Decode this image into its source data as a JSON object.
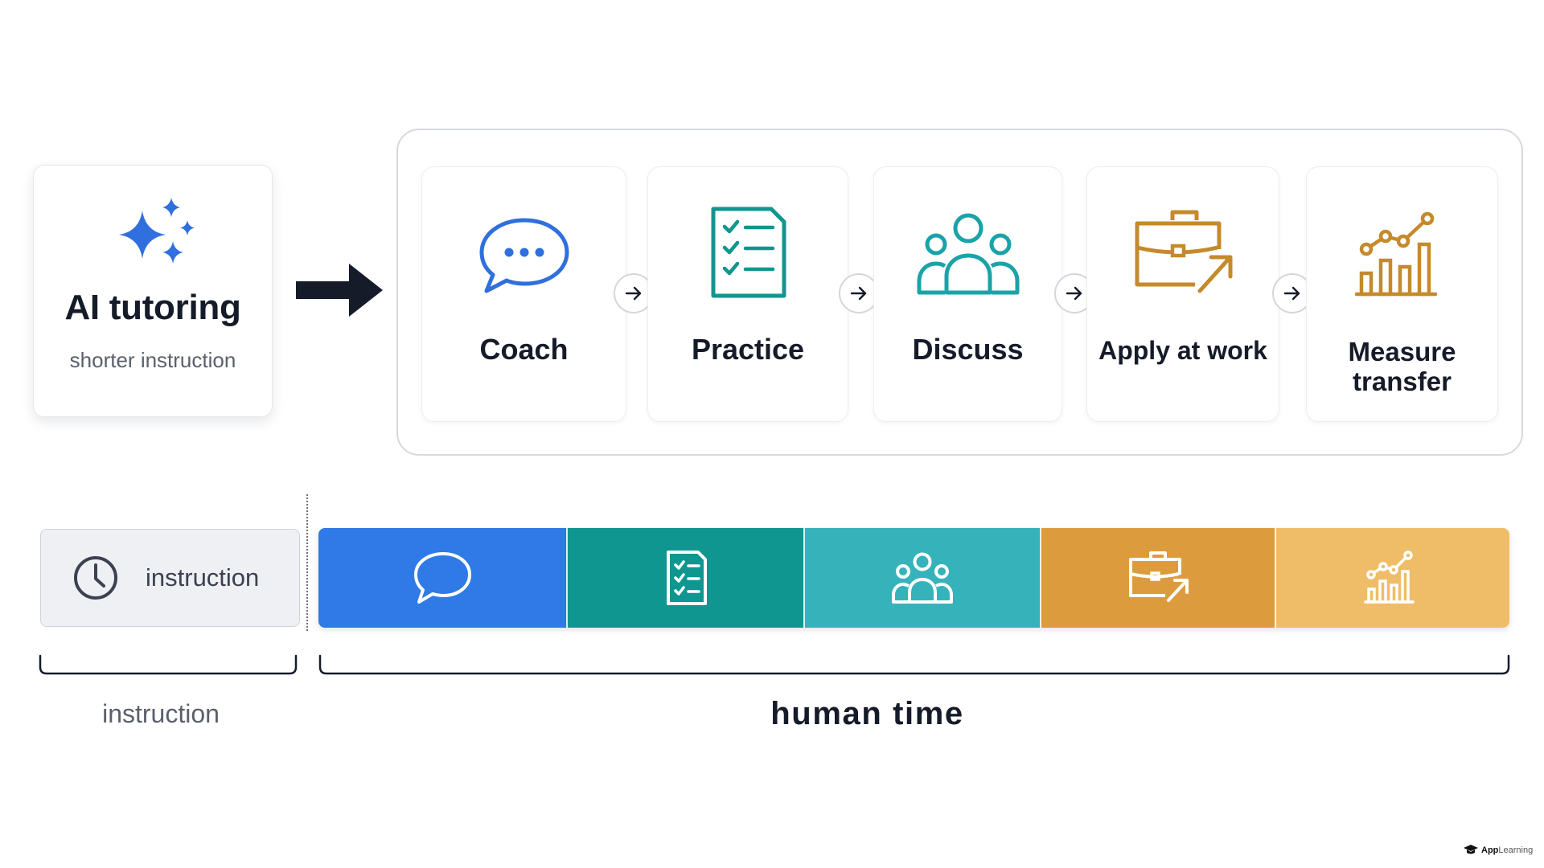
{
  "ai_card": {
    "title": "AI tutoring",
    "subtitle": "shorter instruction",
    "icon": "sparkles-icon",
    "color": "#2f6fde"
  },
  "steps": [
    {
      "label": "Coach",
      "icon": "chat-bubble-icon",
      "color": "#2f6fde"
    },
    {
      "label": "Practice",
      "icon": "checklist-icon",
      "color": "#10968e"
    },
    {
      "label": "Discuss",
      "icon": "people-group-icon",
      "color": "#1aa3a8"
    },
    {
      "label": "Apply at work",
      "icon": "briefcase-arrow-icon",
      "color": "#c48a2b"
    },
    {
      "label": "Measure",
      "label_line2": "transfer",
      "icon": "bar-chart-trend-icon",
      "color": "#c48a2b"
    }
  ],
  "timeline": {
    "instruction_label": "instruction",
    "segments": [
      {
        "icon": "chat-bubble-icon",
        "color": "#2f7ae6"
      },
      {
        "icon": "checklist-icon",
        "color": "#0f9690"
      },
      {
        "icon": "people-group-icon",
        "color": "#36b2ba"
      },
      {
        "icon": "briefcase-arrow-icon",
        "color": "#dc9c3e"
      },
      {
        "icon": "bar-chart-trend-icon",
        "color": "#efbd68"
      }
    ]
  },
  "captions": {
    "instruction": "instruction",
    "human_time": "human time"
  },
  "logo": {
    "part1": "App",
    "part2": "Learning"
  }
}
